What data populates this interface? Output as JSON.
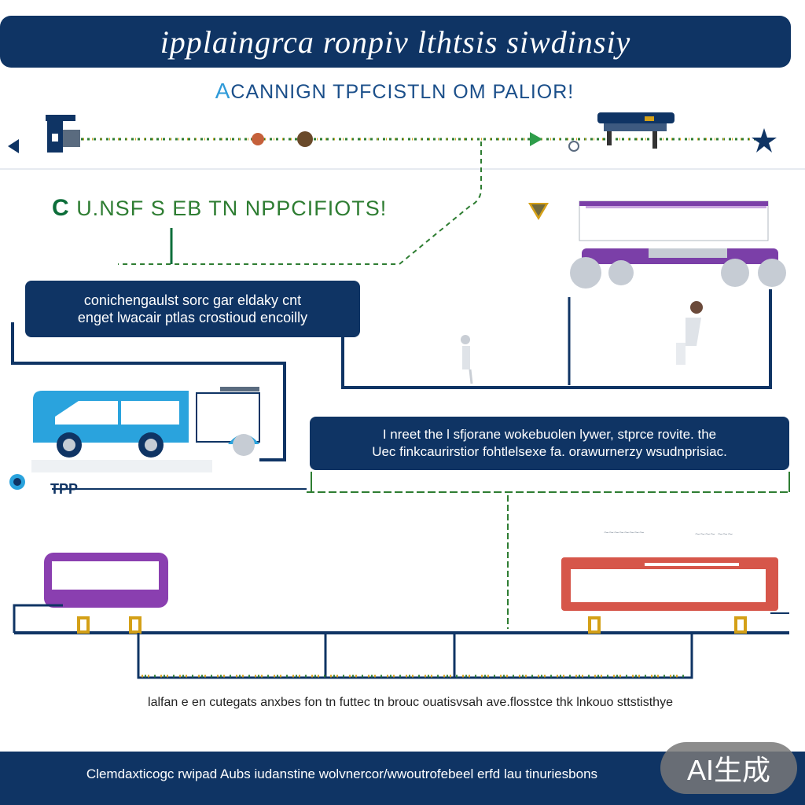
{
  "header": {
    "title": "ipplaingrca ronpiv lthtsis siwdinsiy",
    "subtitle_accent": "A",
    "subtitle": "CANNIGN TPFCISTLN OM PALIOR!"
  },
  "section": {
    "heading_icon": "C",
    "heading": "U.NSF S EB TN NPPCIFIOTS!"
  },
  "boxes": {
    "box1_line1": "conichengaulst sorc gar eldaky cnt",
    "box1_line2": "enget lwacair ptlas crostioud encoilly",
    "box2_line1": "I nreet the l sfjorane wokebuolen lywer, stprce rovite. the",
    "box2_line2": "Uec finkcaurirstior fohtlelsexe fa. orawurnerzy wsudnprisiac."
  },
  "labels": {
    "side_label": "TPP",
    "right_gray_1": "~~~~~~~~",
    "right_gray_2": "~~~~ ~~~",
    "bottom_caption": "lalfan e en cutegats anxbes fon tn futtec tn brouc ouatisvsah ave.flosstce thk lnkouo sttstisthye",
    "footer": "Clemdaxticogc rwipad Aubs iudanstine wolvnercor/wwoutrofebeel erfd lau tinuriesbons"
  },
  "badge": {
    "text": "AI生成"
  },
  "colors": {
    "navy": "#0f3464",
    "green": "#2e7d32",
    "blue_truck": "#2aa3dd",
    "purple": "#8a3fb0",
    "red": "#d6564a",
    "gold": "#d4a017"
  },
  "icons": [
    "truck-icon",
    "train-icon",
    "bus-icon",
    "person-icon",
    "warning-triangle-icon",
    "star-icon",
    "pin-icon"
  ]
}
